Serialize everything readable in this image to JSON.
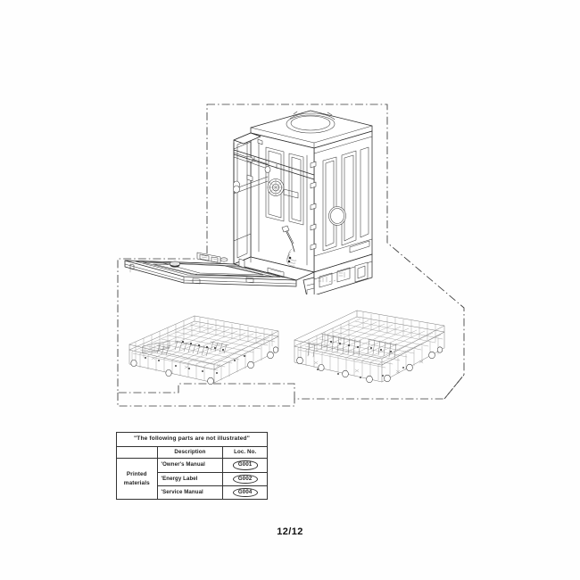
{
  "document": {
    "type": "appliance-parts-exploded-diagram",
    "subject": "Dishwasher tub / door assembly and dish racks",
    "page_number": "12/12"
  },
  "diagram": {
    "frame_style": "dash-dot chain line",
    "components": [
      {
        "name": "cabinet-tub-assembly",
        "description": "Dishwasher tub and cabinet with open door, isometric line drawing"
      },
      {
        "name": "door-panel-assembly",
        "description": "Open door panel with detergent dispenser detail"
      },
      {
        "name": "upper-dish-rack",
        "description": "Upper dish rack wire basket with tines and rollers"
      },
      {
        "name": "lower-dish-rack",
        "description": "Lower dish rack wire basket with tines and rollers"
      }
    ]
  },
  "parts_table": {
    "title": "\"The following parts are not illustrated\"",
    "headers": {
      "group": "",
      "description": "Description",
      "loc_no": "Loc. No."
    },
    "group_label_line1": "Printed",
    "group_label_line2": "materials",
    "rows": [
      {
        "description": "'Owner's Manual",
        "loc_no": "G001"
      },
      {
        "description": "'Energy Label",
        "loc_no": "G002"
      },
      {
        "description": "'Service Manual",
        "loc_no": "G004"
      }
    ]
  },
  "colors": {
    "background": "#fefefe",
    "line": "#2b2b2b",
    "light_line": "#8a8a8a",
    "table_border": "#333333",
    "text": "#1a1a1a"
  }
}
